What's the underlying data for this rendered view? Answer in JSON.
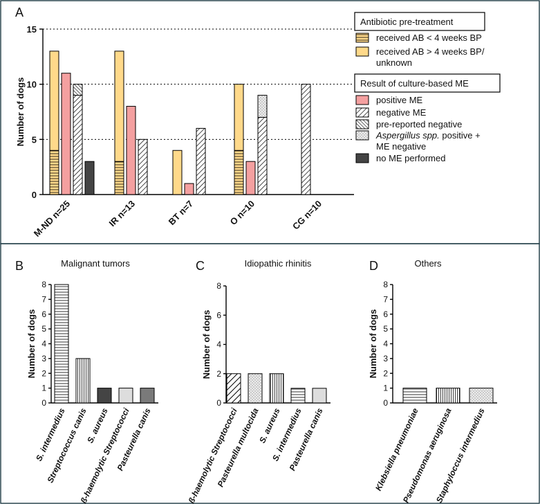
{
  "colors": {
    "yellow": "#ffd98a",
    "red": "#f4a0a0",
    "dark_gray": "#444444",
    "mid_gray": "#7a7a7a",
    "light_gray": "#dddddd",
    "white": "#ffffff",
    "frame": "#1f3b45"
  },
  "legend": {
    "group1_title": "Antibiotic pre-treatment",
    "group1_items": [
      {
        "label_lines": [
          "received AB < 4 weeks BP"
        ],
        "pattern": "hlines"
      },
      {
        "label_lines": [
          "received AB > 4 weeks BP/",
          "unknown"
        ],
        "pattern": "yellow"
      }
    ],
    "group2_title": "Result of culture-based ME",
    "group2_items": [
      {
        "label_lines": [
          "positive ME"
        ],
        "pattern": "red"
      },
      {
        "label_lines": [
          "negative ME"
        ],
        "pattern": "diag"
      },
      {
        "label_lines": [
          "pre-reported negative"
        ],
        "pattern": "diagdense"
      },
      {
        "label_lines": [
          "Aspergillus spp. positive +",
          "ME negative"
        ],
        "italic_prefix": "Aspergillus spp.",
        "pattern": "dots"
      },
      {
        "label_lines": [
          "no ME performed"
        ],
        "pattern": "dark"
      }
    ]
  },
  "chart_data": [
    {
      "panel": "A",
      "type": "bar",
      "ylabel": "Number of dogs",
      "ylim": [
        0,
        15
      ],
      "yticks": [
        0,
        5,
        10,
        15
      ],
      "grid": "dotted lines at 5, 10, 15",
      "legend_placement": "right",
      "categories": [
        "M-ND n=25",
        "IR n=13",
        "BT n=7",
        "O n=10",
        "CG n=10"
      ],
      "series": [
        {
          "name": "received AB < 4 weeks BP",
          "stack": "antibiotic",
          "values": [
            4,
            3,
            0,
            4,
            0
          ]
        },
        {
          "name": "received AB > 4 weeks BP/ unknown",
          "stack": "antibiotic",
          "values": [
            9,
            10,
            4,
            6,
            0
          ]
        },
        {
          "name": "positive ME",
          "stack": "positive",
          "values": [
            11,
            8,
            1,
            3,
            0
          ]
        },
        {
          "name": "negative ME",
          "stack": "negative",
          "values": [
            9,
            5,
            6,
            7,
            10
          ]
        },
        {
          "name": "pre-reported negative",
          "stack": "negative",
          "values": [
            1,
            0,
            0,
            0,
            0
          ]
        },
        {
          "name": "Aspergillus spp. positive + ME negative",
          "stack": "negative",
          "values": [
            0,
            0,
            0,
            2,
            0
          ]
        },
        {
          "name": "no ME performed",
          "stack": "none",
          "values": [
            3,
            0,
            0,
            0,
            0
          ]
        }
      ]
    },
    {
      "panel": "B",
      "type": "bar",
      "title": "Malignant tumors",
      "ylabel": "Number of dogs",
      "ylim": [
        0,
        8
      ],
      "yticks": [
        0,
        1,
        2,
        3,
        4,
        5,
        6,
        7,
        8
      ],
      "categories": [
        "S. intermedius",
        "Streptococcus canis",
        "S. aureus",
        "ß-haemolytic Streptococci",
        "Pasteurella canis"
      ],
      "values": [
        8,
        3,
        1,
        1,
        1
      ],
      "patterns": [
        "hlines",
        "vlines",
        "dark",
        "light",
        "mid"
      ]
    },
    {
      "panel": "C",
      "type": "bar",
      "title": "Idiopathic rhinitis",
      "ylabel": "Number of dogs",
      "ylim": [
        0,
        8
      ],
      "yticks": [
        0,
        2,
        4,
        6,
        8
      ],
      "categories": [
        "ß-haemolytic Streptococci",
        "Pasteurella multocida",
        "S. aureus",
        "S. intermedius",
        "Pasteurella canis"
      ],
      "values": [
        2,
        2,
        2,
        1,
        1
      ],
      "patterns": [
        "diagbold",
        "dots",
        "vlines",
        "hlines",
        "light"
      ]
    },
    {
      "panel": "D",
      "type": "bar",
      "title": "Others",
      "ylabel": "Number of dogs",
      "ylim": [
        0,
        8
      ],
      "yticks": [
        0,
        1,
        2,
        3,
        4,
        5,
        6,
        7,
        8
      ],
      "categories": [
        "Klebsiella pneumoniae",
        "Pseudomonas aeruginosa",
        "Staphyloccus intermedius"
      ],
      "values": [
        1,
        1,
        1
      ],
      "patterns": [
        "hlines",
        "vlines",
        "dots"
      ]
    }
  ]
}
